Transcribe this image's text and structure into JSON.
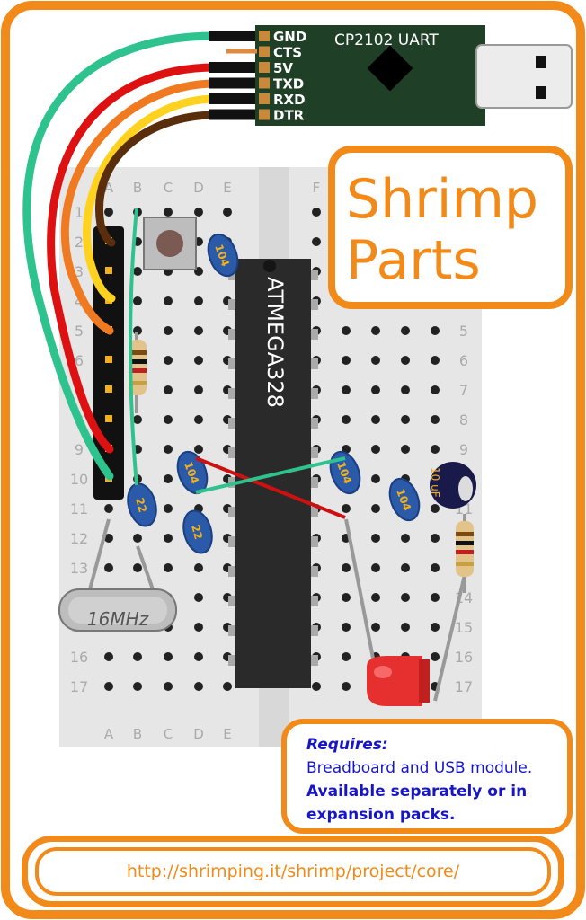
{
  "title": {
    "line1": "Shrimp",
    "line2": "Parts"
  },
  "uart": {
    "name": "CP2102 UART",
    "pins": [
      "GND",
      "CTS",
      "5V",
      "TXD",
      "RXD",
      "DTR"
    ]
  },
  "chip": {
    "label": "ATMEGA328"
  },
  "crystal": {
    "label": "16MHz"
  },
  "capacitors": {
    "ceramic_104": "104",
    "ceramic_22": "22",
    "electrolytic": "10 uF"
  },
  "breadboard": {
    "columns_left": [
      "A",
      "B",
      "C",
      "D",
      "E"
    ],
    "column_right_top": "F",
    "rows": [
      "1",
      "2",
      "3",
      "4",
      "5",
      "6",
      "7",
      "8",
      "9",
      "10",
      "11",
      "12",
      "13",
      "14",
      "15",
      "16",
      "17"
    ]
  },
  "requires": {
    "heading": "Requires:",
    "line1": "Breadboard and USB module.",
    "line2": "Available separately or in",
    "line3": "expansion packs."
  },
  "url": "http://shrimping.it/shrimp/project/core/",
  "colors": {
    "accent": "#f28a1a",
    "board": "#e6e6e6",
    "pcb": "#1f3f27",
    "chip": "#2a2a2a",
    "text_blue": "#1616c8"
  }
}
